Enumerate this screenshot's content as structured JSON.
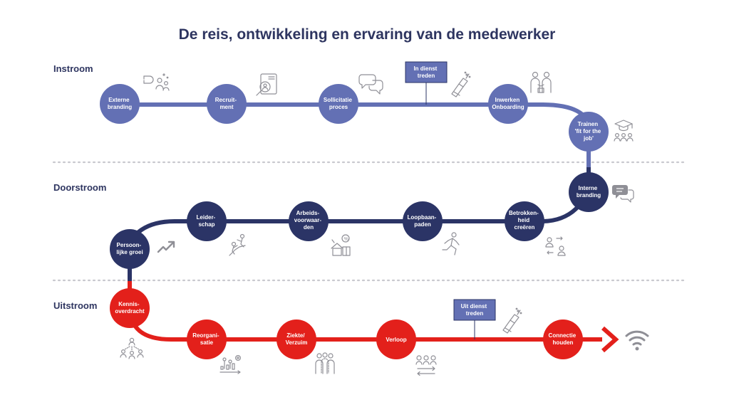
{
  "title": "De reis, ontwikkeling en ervaring van de medewerker",
  "colors": {
    "title": "#2e3560",
    "instroom": "#6370b4",
    "doorstroom": "#2b3466",
    "uitstroom": "#e3201b",
    "icon": "#8f8f96",
    "divider": "#c9c9cf"
  },
  "phases": [
    {
      "label": "Instroom",
      "steps": [
        {
          "lines": [
            "Externe",
            "branding"
          ],
          "icon": "magnet-people-icon"
        },
        {
          "lines": [
            "Recruit-",
            "ment"
          ],
          "icon": "search-profile-icon"
        },
        {
          "lines": [
            "Sollicitatie",
            "proces"
          ],
          "icon": "speech-bubbles-icon"
        },
        {
          "lines": [
            "Inwerken",
            "Onboarding"
          ],
          "icon": "handshake-people-icon"
        },
        {
          "lines": [
            "Trainen",
            "'fit for the",
            "job'"
          ],
          "icon": "graduation-group-icon"
        }
      ],
      "milestone": {
        "lines": [
          "In dienst",
          "treden"
        ],
        "icon": "champagne-icon"
      }
    },
    {
      "label": "Doorstroom",
      "steps": [
        {
          "lines": [
            "Interne",
            "branding"
          ],
          "icon": "chat-bubble-icon"
        },
        {
          "lines": [
            "Betrokken-",
            "heid",
            "creëren"
          ],
          "icon": "people-exchange-icon"
        },
        {
          "lines": [
            "Loopbaan-",
            "paden"
          ],
          "icon": "running-person-icon"
        },
        {
          "lines": [
            "Arbeids-",
            "voorwaar-",
            "den"
          ],
          "icon": "benefits-icon"
        },
        {
          "lines": [
            "Leider-",
            "schap"
          ],
          "icon": "climbing-people-icon"
        },
        {
          "lines": [
            "Persoon-",
            "lijke groei"
          ],
          "icon": "growth-arrow-icon"
        }
      ]
    },
    {
      "label": "Uitstroom",
      "steps": [
        {
          "lines": [
            "Kennis-",
            "overdracht"
          ],
          "icon": "knowledge-network-icon"
        },
        {
          "lines": [
            "Reorgani-",
            "satie"
          ],
          "icon": "restructure-icon"
        },
        {
          "lines": [
            "Ziekte/",
            "Verzuim"
          ],
          "icon": "absent-group-icon"
        },
        {
          "lines": [
            "Verloop"
          ],
          "icon": "people-turnover-icon"
        },
        {
          "lines": [
            "Connectie",
            "houden"
          ],
          "icon": "wifi-icon"
        }
      ],
      "milestone": {
        "lines": [
          "Uit dienst",
          "treden"
        ],
        "icon": "champagne-icon"
      }
    }
  ]
}
